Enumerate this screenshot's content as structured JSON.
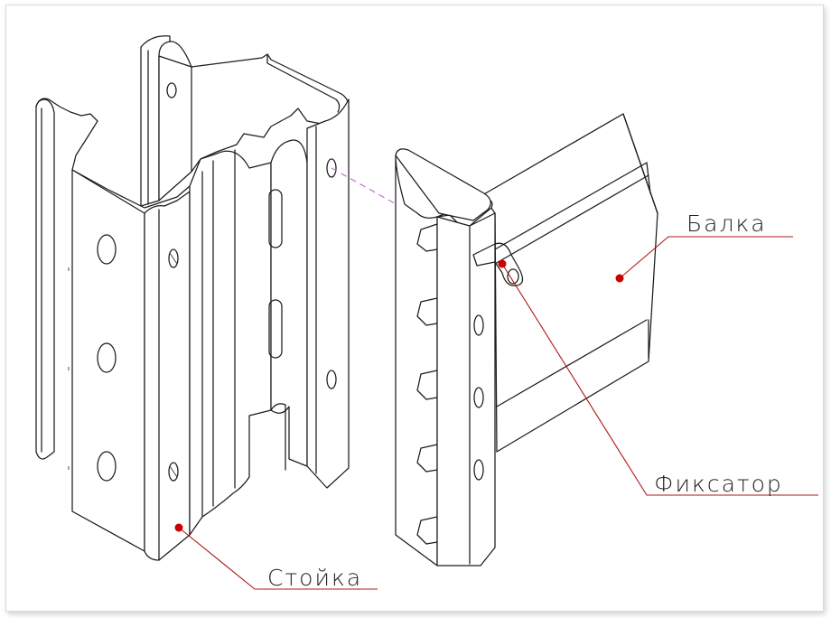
{
  "labels": {
    "beam": "Балка",
    "stand": "Стойка",
    "lock": "Фиксатор"
  },
  "colors": {
    "line": "#1c1c1c",
    "leader": "#b01515",
    "marker": "#cc0000",
    "dashed": "#c070d0",
    "frame_border": "#d9d9d9"
  }
}
